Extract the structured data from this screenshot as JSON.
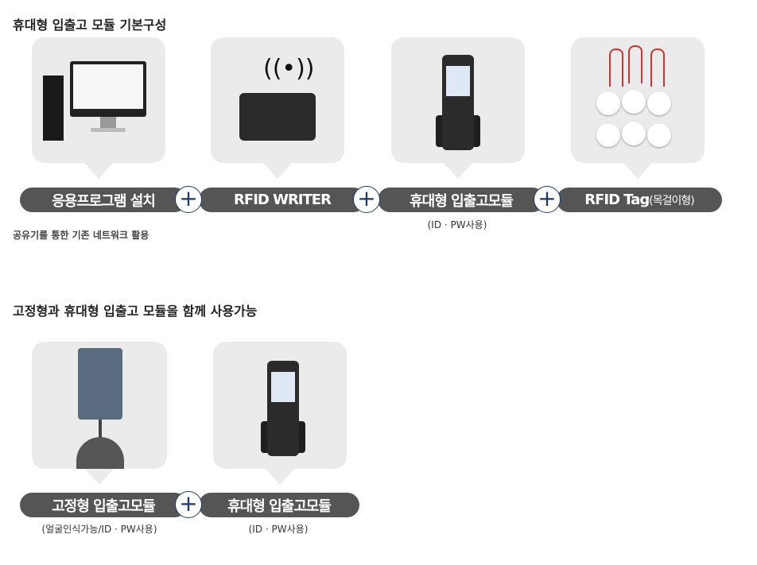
{
  "section1": {
    "title": "휴대형 입출고 모듈 기본구성",
    "items": [
      {
        "label": "응용프로그램 설치",
        "image": "pc-monitor"
      },
      {
        "label": "RFID WRITER",
        "image": "rfid-writer"
      },
      {
        "label": "휴대형 입출고모듈",
        "image": "handheld-terminal",
        "note": "(ID · PW사용)"
      },
      {
        "label": "RFID Tag",
        "label_suffix": "(목걸이형)",
        "image": "rfid-tags"
      }
    ],
    "note": "공유기를 통한 기존 네트워크 활용"
  },
  "section2": {
    "title": "고정형과 휴대형 입출고 모듈을 함께 사용가능",
    "items": [
      {
        "label": "고정형 입출고모듈",
        "image": "fixed-kiosk",
        "note": "(얼굴인식가능/ID · PW사용)"
      },
      {
        "label": "휴대형 입출고모듈",
        "image": "handheld-terminal",
        "note": "(ID · PW사용)"
      }
    ]
  },
  "plus": "+"
}
